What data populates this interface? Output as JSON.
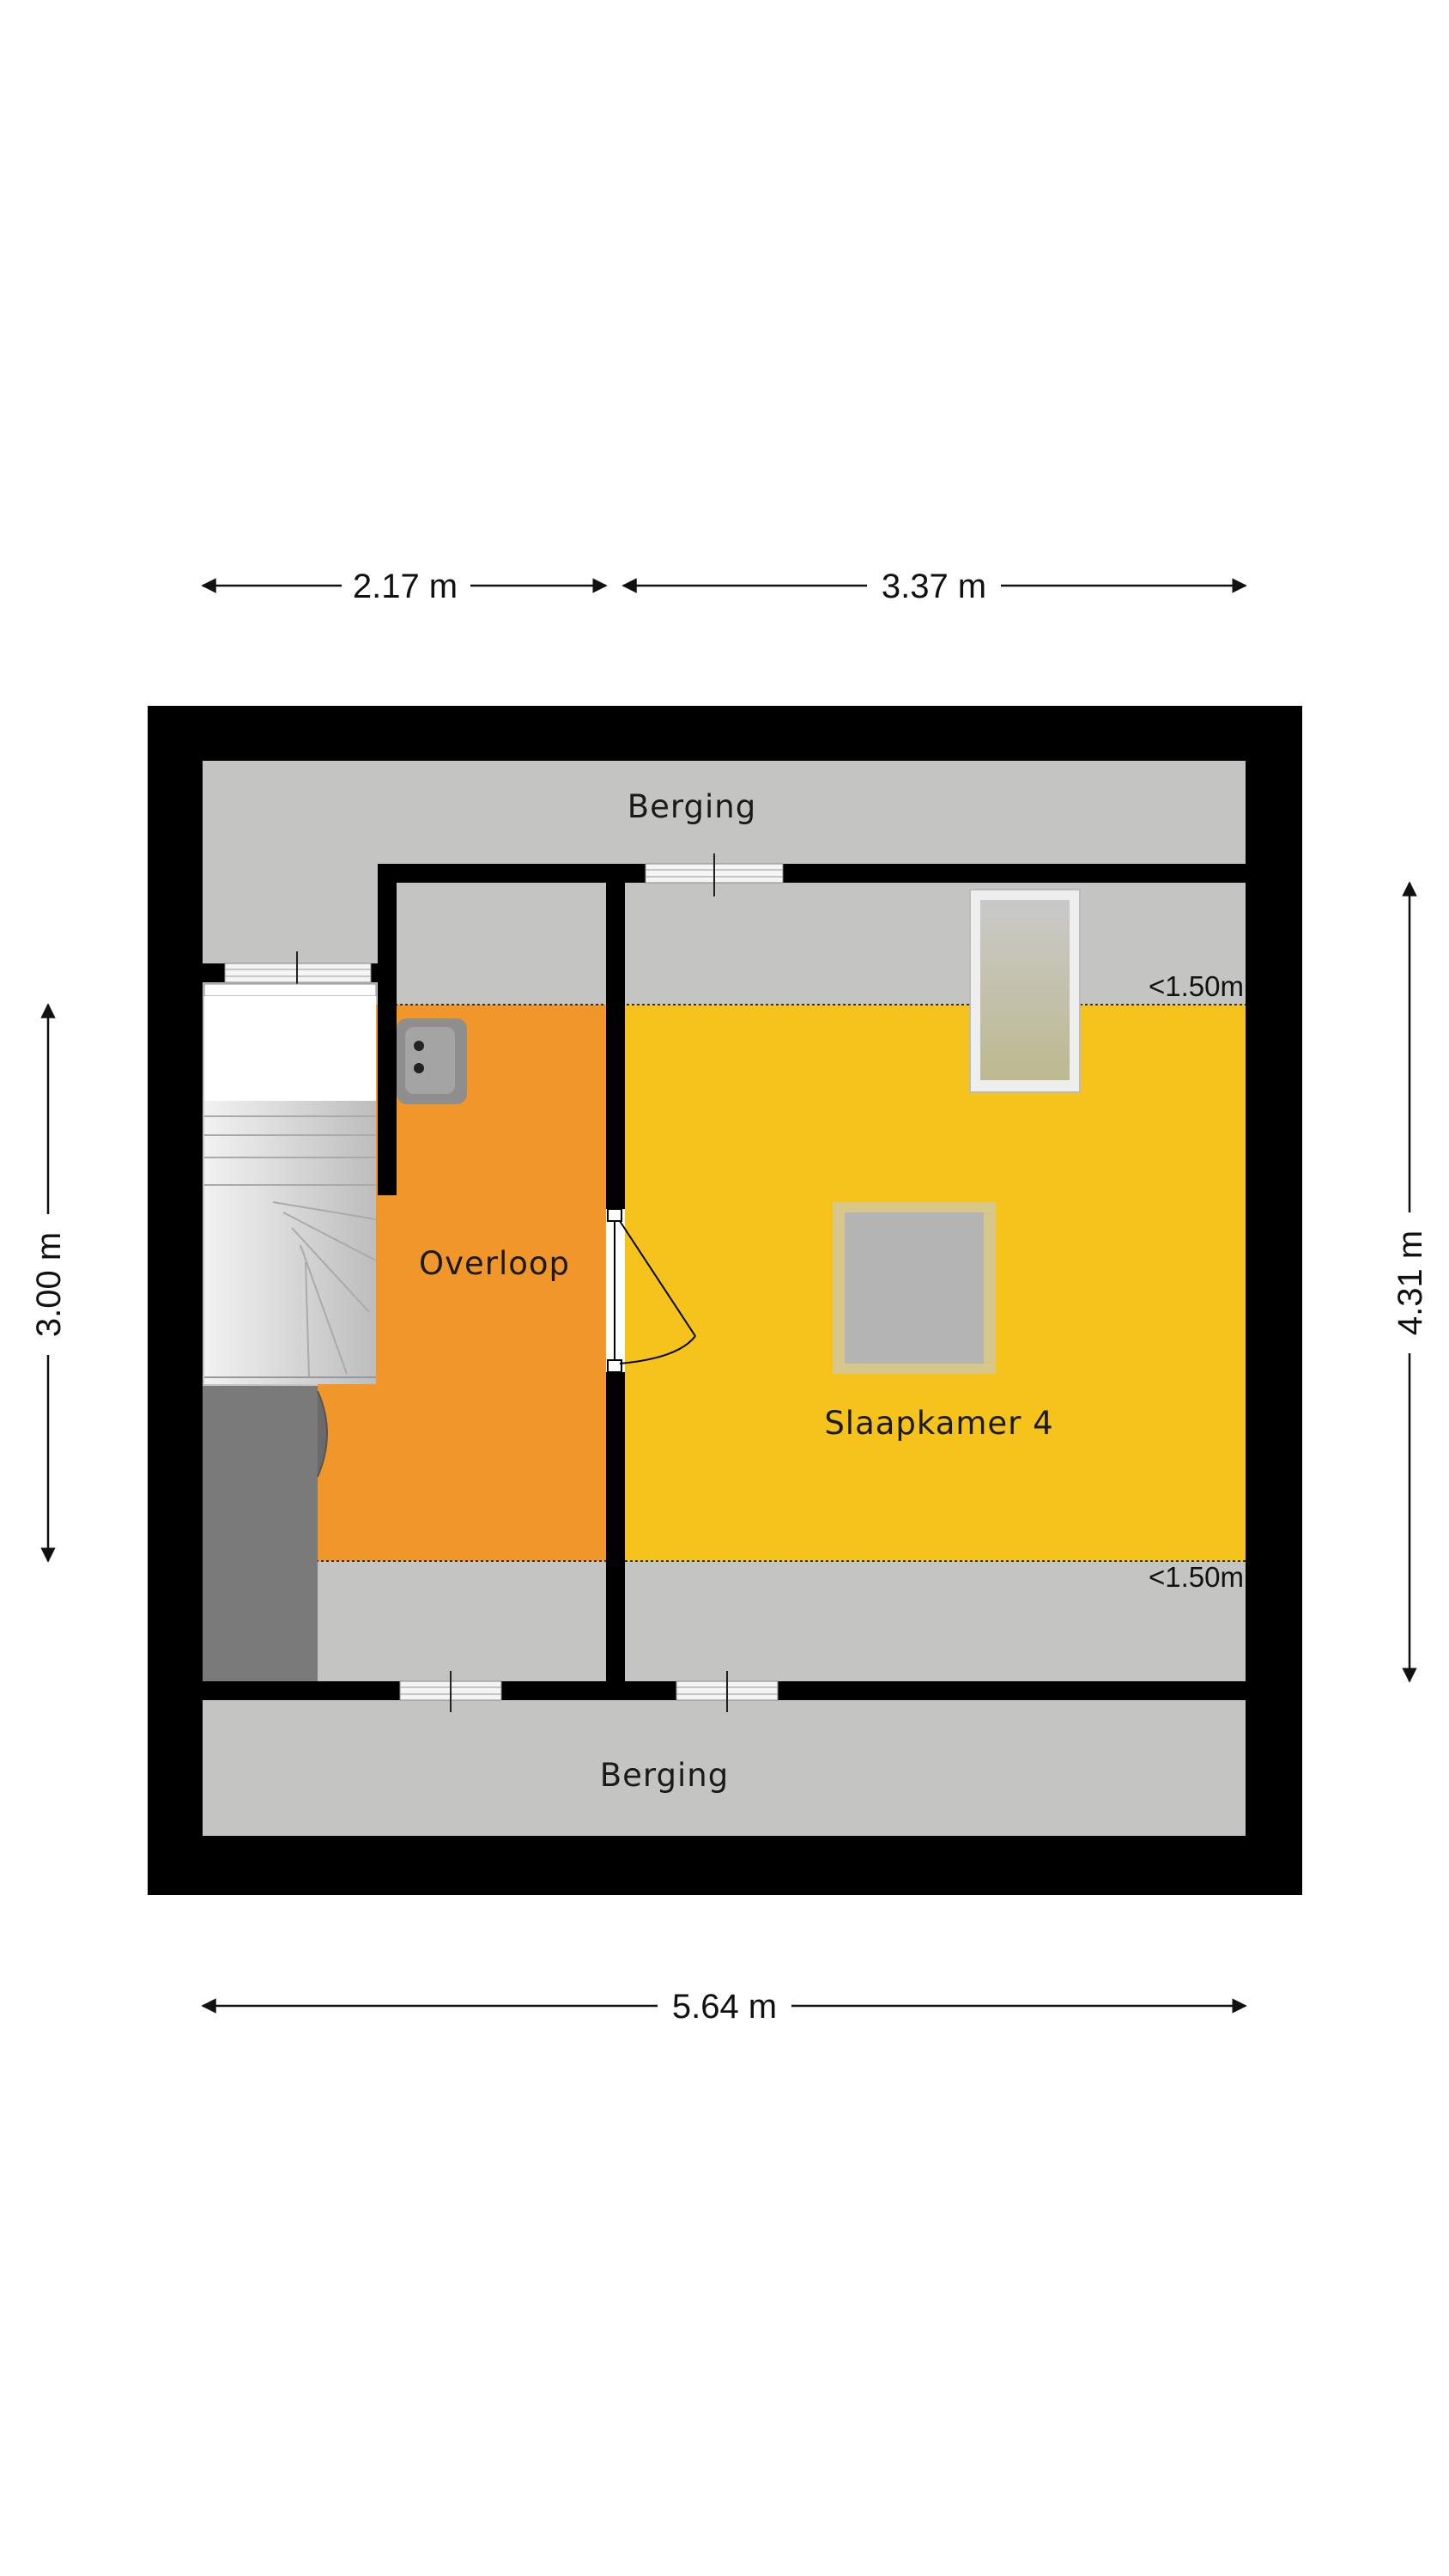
{
  "floorplan": {
    "rooms": {
      "berging_top": "Berging",
      "berging_bottom": "Berging",
      "overloop": "Overloop",
      "slaapkamer": "Slaapkamer 4"
    },
    "dimensions": {
      "top_left": "2.17 m",
      "top_right": "3.37 m",
      "bottom": "5.64 m",
      "left": "3.00 m",
      "right": "4.31 m"
    },
    "height_markers": {
      "upper": "<1.50m",
      "lower": "<1.50m"
    },
    "colors": {
      "wall": "#000000",
      "low_ceiling_zone": "#c4c4c2",
      "overloop_fill": "#f0962a",
      "slaapkamer_fill": "#f5c31c",
      "stairs": "#d9d9d9",
      "floor_furniture": "#7a7a7a"
    }
  }
}
